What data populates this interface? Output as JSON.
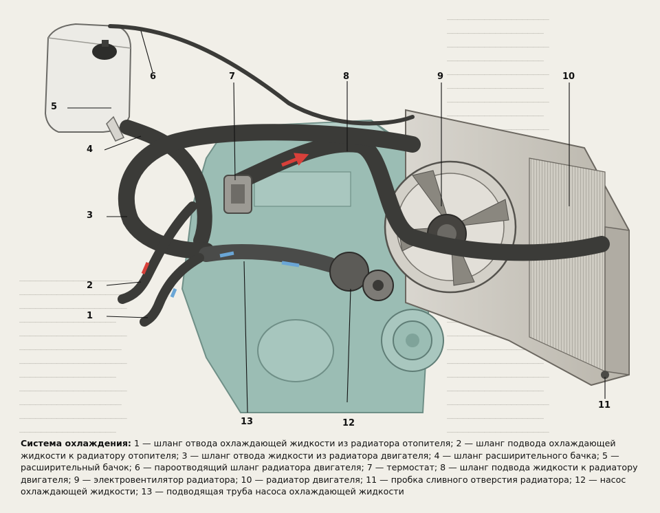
{
  "callouts": {
    "n1": "1",
    "n2": "2",
    "n3": "3",
    "n4": "4",
    "n5": "5",
    "n6": "6",
    "n7": "7",
    "n8": "8",
    "n9": "9",
    "n10": "10",
    "n11": "11",
    "n12": "12",
    "n13": "13"
  },
  "caption": {
    "title": "Система охлаждения:",
    "text": " 1 — шланг отвода охлаждающей жидкости из радиатора отопителя; 2 — шланг подвода охлаждающей жидкости к радиатору отопителя; 3 — шланг отвода жидкости из радиатора двигателя; 4 — шланг расширительного бачка; 5 — расширительный бачок; 6 — пароотводящий шланг радиатора двигателя; 7 — термостат; 8 — шланг подвода жидкости к радиатору двигателя; 9 — электровентилятор радиатора; 10 — радиатор двигателя; 11 — пробка сливного отверстия радиатора; 12 — насос охлаждающей жидкости; 13 — подводящая труба насоса охлаждающей жидкости"
  },
  "colors": {
    "paper": "#f1efe8",
    "engine": "#9bbdb4",
    "hose": "#3b3b38",
    "radiator": "#c9c6bd",
    "flow_hot": "#d8403a",
    "flow_cold": "#6aa6d6"
  }
}
